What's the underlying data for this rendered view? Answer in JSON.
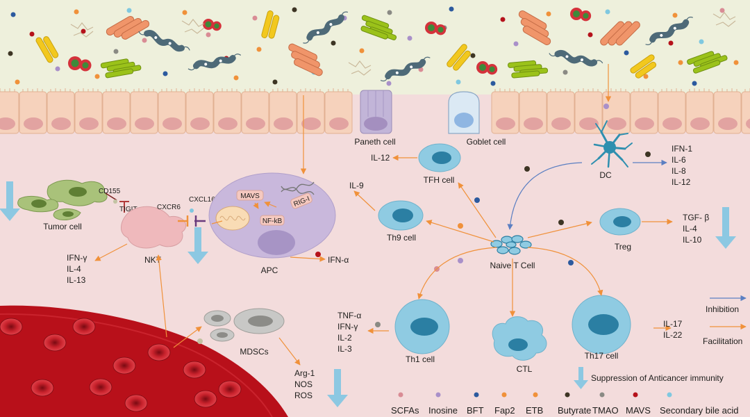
{
  "cells": {
    "paneth": "Paneth cell",
    "goblet": "Goblet cell",
    "dc": "DC",
    "tfh": "TFH cell",
    "th9": "Th9 cell",
    "naive": "Naive T Cell",
    "treg": "Treg",
    "th1": "Th1 cell",
    "ctl": "CTL",
    "th17": "Th17 cell",
    "apc": "APC",
    "nkt": "NKT",
    "tumor": "Tumor cell",
    "mdscs": "MDSCs"
  },
  "molecules": {
    "cd155": "CD155",
    "tigit": "TIGIT",
    "cxcr6": "CXCR6",
    "cxcl16": "CXCL16",
    "mavs": "MAVS",
    "rigi": "RIG-I",
    "nfkb": "NF-kB"
  },
  "outputs": {
    "tfh": [
      "IL-12"
    ],
    "th9": [
      "IL-9"
    ],
    "dc": [
      "IFN-1",
      "IL-6",
      "IL-8",
      "IL-12"
    ],
    "treg": [
      "TGF- β",
      "IL-4",
      "IL-10"
    ],
    "apc": [
      "IFN-α"
    ],
    "nkt": [
      "IFN-γ",
      "IL-4",
      "IL-13"
    ],
    "th1": [
      "TNF-α",
      "IFN-γ",
      "IL-2",
      "IL-3"
    ],
    "th17": [
      "IL-17",
      "IL-22"
    ],
    "mdscs": [
      "Arg-1",
      "NOS",
      "ROS"
    ]
  },
  "key": {
    "inhibition": "Inhibition",
    "facilitation": "Facilitation",
    "suppression": "Suppression of Anticancer immunity"
  },
  "metabolites": [
    {
      "label": "SCFAs",
      "color": "#d98c95"
    },
    {
      "label": "Inosine",
      "color": "#a990c9"
    },
    {
      "label": "BFT",
      "color": "#2c5a9e"
    },
    {
      "label": "Fap2",
      "color": "#f0913a"
    },
    {
      "label": "ETB",
      "color": "#f0913a"
    },
    {
      "label": "Butyrate",
      "color": "#3d3524"
    },
    {
      "label": "TMAO",
      "color": "#8a8a84"
    },
    {
      "label": "MAVS",
      "color": "#b5121b"
    },
    {
      "label": "Secondary bile acid",
      "color": "#7fc8e0"
    }
  ],
  "colors": {
    "lumen": "#eef0dc",
    "epithelium": "#f6d2bc",
    "nucleus": "#e2a3a1",
    "tissue": "#f3dcdc",
    "vessel": "#b8101a",
    "tcell": "#8fcbe2",
    "tcell_nucleus": "#2b7fa3",
    "apc": "#c9b8dc",
    "nkt": "#efb9bc",
    "facilitation_arrow": "#f0913a",
    "inhibition_arrow": "#5b7fc2",
    "suppression_arrow": "#8cc8e2"
  }
}
